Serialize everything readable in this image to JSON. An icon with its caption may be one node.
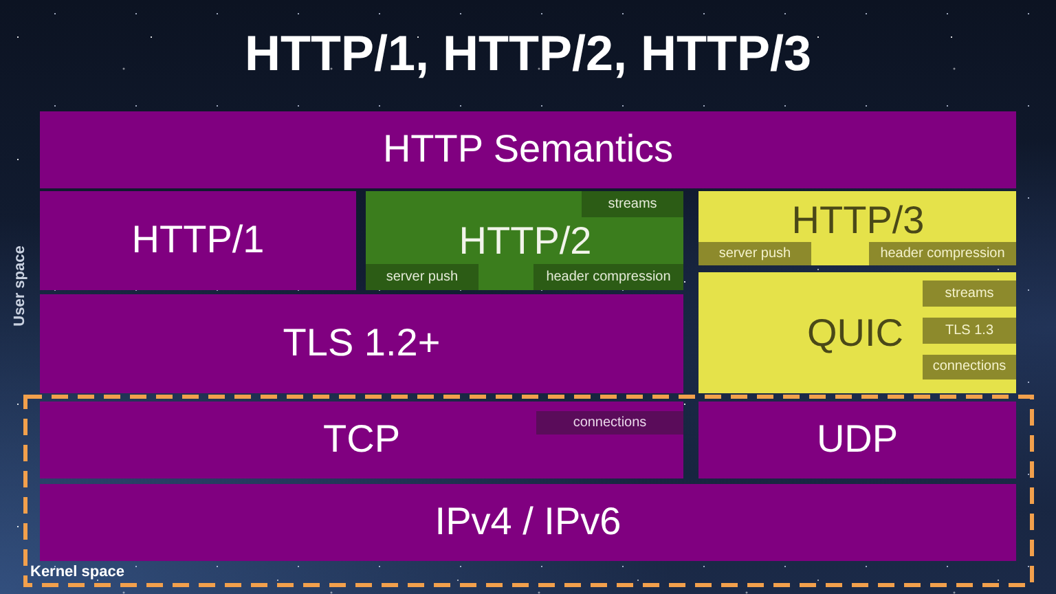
{
  "diagram": {
    "title": "HTTP/1, HTTP/2, HTTP/3",
    "nodes": [
      {
        "text": [
          "HTTP Semantics"
        ]
      },
      {
        "text": [
          "HTTP/1"
        ]
      },
      {
        "text": [
          "HTTP/2"
        ]
      },
      {
        "text": [
          "streams"
        ],
        "in": 2
      },
      {
        "text": [
          "server push"
        ],
        "in": 2
      },
      {
        "text": [
          "header compression"
        ],
        "in": 2
      },
      {
        "text": [
          "HTTP/3"
        ]
      },
      {
        "text": [
          "server push"
        ],
        "in": 6
      },
      {
        "text": [
          "header compression"
        ],
        "in": 6
      },
      {
        "text": [
          "TLS 1.2+"
        ]
      },
      {
        "text": [
          "QUIC"
        ]
      },
      {
        "text": [
          "streams"
        ],
        "in": 10
      },
      {
        "text": [
          "TLS 1.3"
        ],
        "in": 10
      },
      {
        "text": [
          "connections"
        ],
        "in": 10
      },
      {
        "text": [
          "Kernel space"
        ]
      },
      {
        "text": [
          "TCP"
        ],
        "in": 14
      },
      {
        "text": [
          "connections"
        ],
        "in": 15
      },
      {
        "text": [
          "UDP"
        ],
        "in": 14
      },
      {
        "text": [
          "IPv4 / IPv6"
        ],
        "in": 14
      }
    ],
    "labels": [
      "User space"
    ]
  }
}
